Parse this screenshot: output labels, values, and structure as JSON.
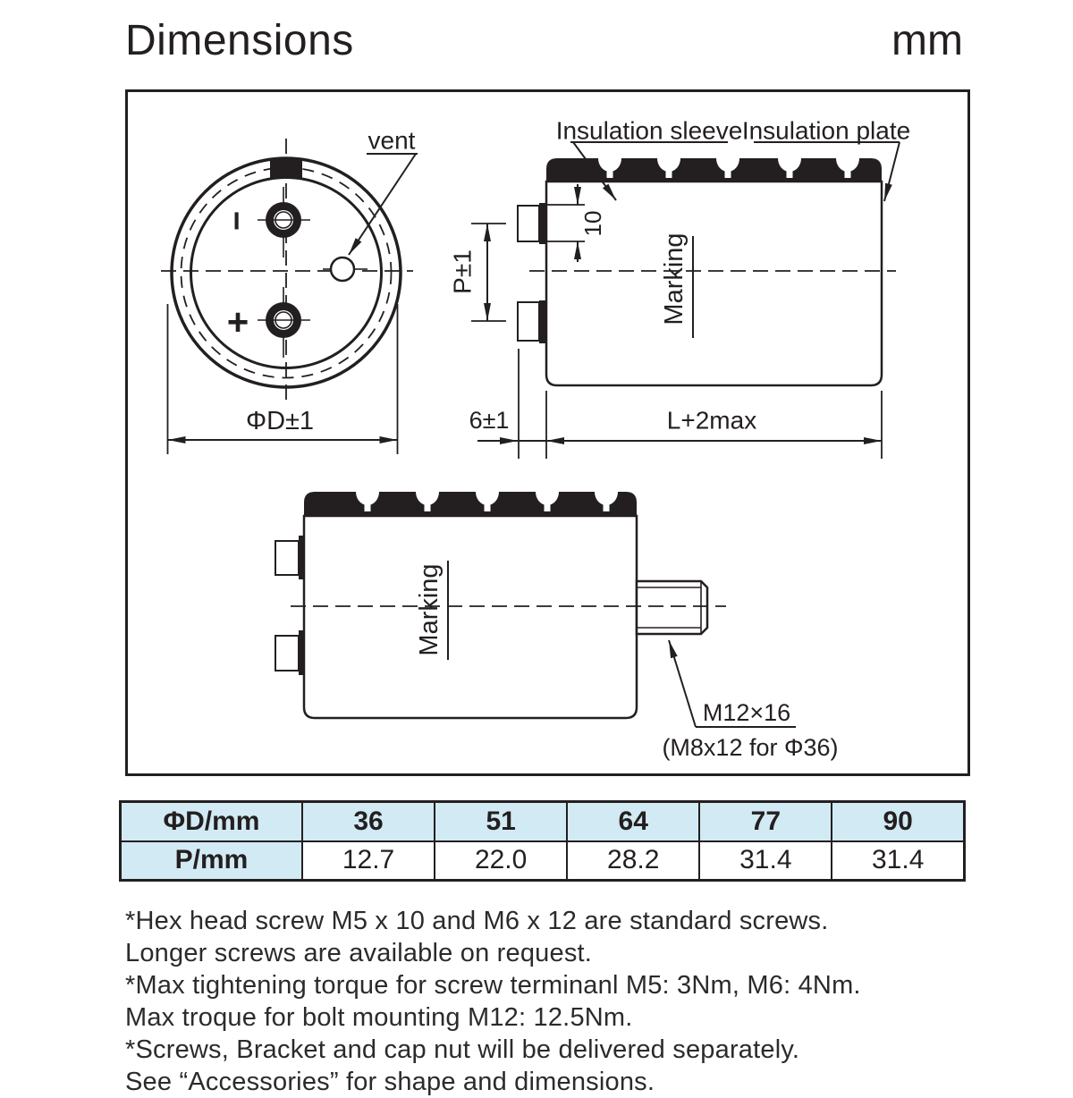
{
  "header": {
    "title": "Dimensions",
    "unit": "mm"
  },
  "front_view": {
    "vent_label": "vent",
    "minus_sign": "−",
    "plus_sign": "+",
    "diameter_dim": "ΦD±1"
  },
  "side_view": {
    "insulation_sleeve_label": "Insulation sleeve",
    "insulation_plate_label": "Insulation plate",
    "marking_label": "Marking",
    "terminal_height_dim": "10",
    "pitch_dim": "P±1",
    "protrusion_dim": "6±1",
    "length_dim": "L+2max"
  },
  "bottom_view": {
    "marking_label": "Marking",
    "stud_label": "M12×16",
    "stud_note": "(M8x12 for Φ36)"
  },
  "table": {
    "rows": [
      {
        "header": "ΦD/mm",
        "values": [
          "36",
          "51",
          "64",
          "77",
          "90"
        ]
      },
      {
        "header": "P/mm",
        "values": [
          "12.7",
          "22.0",
          "28.2",
          "31.4",
          "31.4"
        ]
      }
    ]
  },
  "notes": [
    "*Hex head screw M5 x 10 and M6 x 12 are standard screws.",
    "Longer screws are available on request.",
    "*Max tightening torque for screw terminanl M5: 3Nm, M6: 4Nm.",
    "Max troque for bolt mounting M12: 12.5Nm.",
    "*Screws, Bracket and cap nut will be delivered separately.",
    "See  “Accessories”  for shape and dimensions."
  ],
  "colors": {
    "ink": "#231f20",
    "table_header_bg": "#d2eaf3"
  }
}
